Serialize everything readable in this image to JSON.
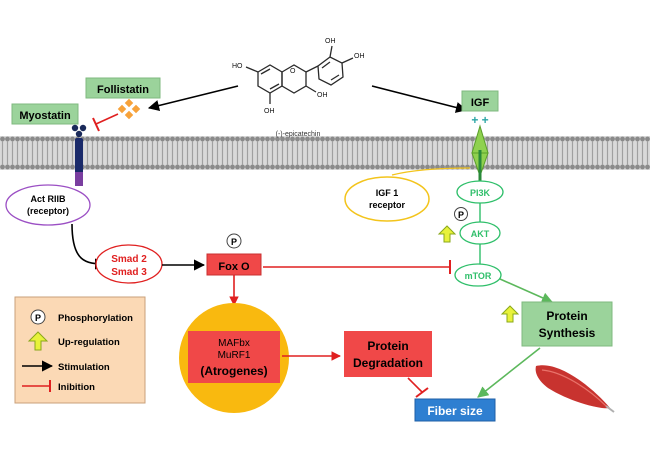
{
  "molecule": {
    "name": "(-)-epicatechin",
    "oh_labels": [
      "OH",
      "OH",
      "HO",
      "OH",
      "OH"
    ]
  },
  "nodes": {
    "follistatin": "Follistatin",
    "myostatin": "Myostatin",
    "igf": "IGF",
    "act_receptor": [
      "Act RIIB",
      "(receptor)"
    ],
    "igf_receptor": [
      "IGF 1",
      "receptor"
    ],
    "smad": [
      "Smad 2",
      "Smad 3"
    ],
    "foxo": "Fox O",
    "atrogenes": [
      "MAFbx",
      "MuRF1",
      "(Atrogenes)"
    ],
    "protein_degradation": [
      "Protein",
      "Degradation"
    ],
    "fiber_size": "Fiber size",
    "pi3k": "PI3K",
    "akt": "AKT",
    "mtor": "mTOR",
    "protein_synthesis": [
      "Protein",
      "Synthesis"
    ],
    "phospho_symbol": "P",
    "receptor_plus": "+ +"
  },
  "legend": {
    "phosphorylation": "Phosphorylation",
    "upregulation": "Up-regulation",
    "stimulation": "Stimulation",
    "inhibition": "Inibition"
  },
  "colors": {
    "green_box": "#9bd39b",
    "red_box": "#f04848",
    "orange_circle": "#f9b90f",
    "blue_box": "#2e7fd1",
    "legend_bg": "#fbd9b5",
    "membrane": "#8c8c8c",
    "up_arrow": "#e8f23a"
  }
}
